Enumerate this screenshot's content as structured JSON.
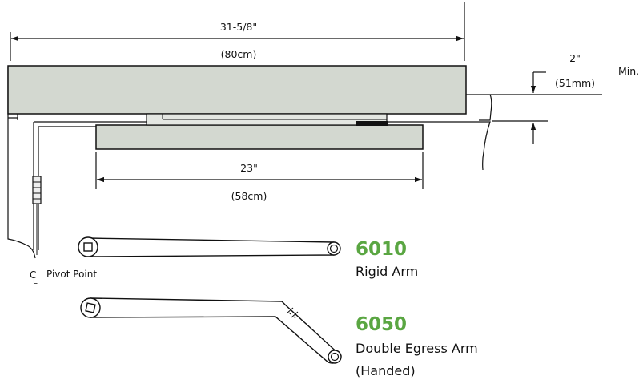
{
  "dimensions": {
    "overall_length": "31-5/8\"",
    "overall_length_metric": "(80cm)",
    "track_length": "23\"",
    "track_length_metric": "(58cm)",
    "clearance": "2\"",
    "clearance_metric": "(51mm)",
    "clearance_qualifier": "Min."
  },
  "pivot": {
    "symbol_c": "C",
    "symbol_l": "L",
    "label": "Pivot Point"
  },
  "arms": [
    {
      "model": "6010",
      "name": "Rigid Arm",
      "note": ""
    },
    {
      "model": "6050",
      "name": "Double Egress Arm",
      "note": "(Handed)"
    }
  ],
  "colors": {
    "closer_body": "#d3d8d0",
    "model_number": "#5aa642",
    "line": "#111111"
  }
}
